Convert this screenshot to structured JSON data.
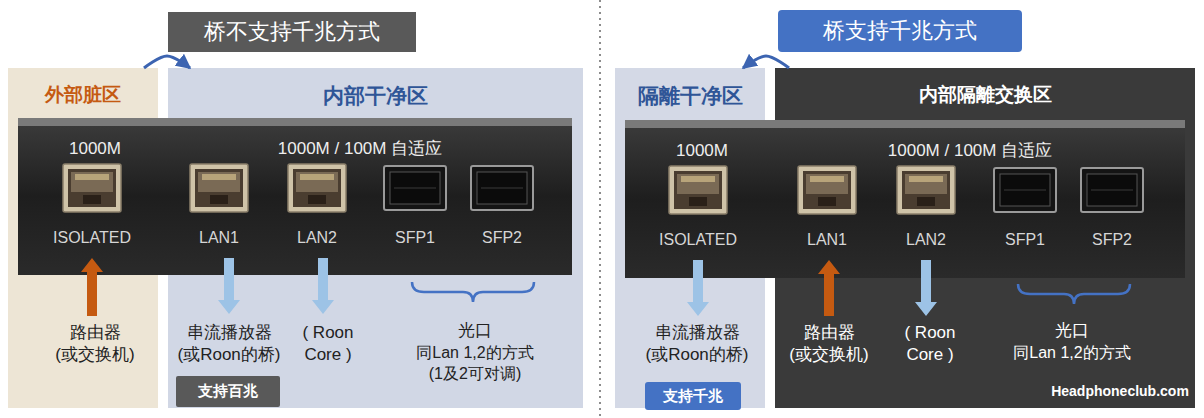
{
  "diagram": {
    "nodes": [
      {
        "text": [
          "桥不支持千兆方式"
        ]
      },
      {
        "text": [
          "外部脏区"
        ]
      },
      {
        "text": [
          "内部干净区"
        ]
      },
      {
        "text": [
          "支持百兆"
        ],
        "in": 2
      },
      {
        "text": [
          "桥支持千兆方式"
        ]
      },
      {
        "text": [
          "隔離干净区"
        ]
      },
      {
        "text": [
          "支持千兆"
        ],
        "in": 5
      },
      {
        "text": [
          "内部隔離交换区"
        ]
      }
    ],
    "edges": [
      {
        "from": 1,
        "to": 2,
        "arrow": "to"
      },
      {
        "from": 7,
        "to": 5,
        "arrow": "to"
      }
    ],
    "labels": [
      "1000M",
      "1000M / 100M 自适应",
      "ISOLATED",
      "LAN1",
      "LAN2",
      "SFP1",
      "SFP2",
      "路由器 (或交换机)",
      "串流播放器 (或Roon的桥)",
      "( Roon Core )",
      "光口",
      "同Lan 1,2的方式 (1及2可对调)",
      "1000M",
      "1000M / 100M 自适应",
      "ISOLATED",
      "LAN1",
      "LAN2",
      "SFP1",
      "SFP2",
      "串流播放器 (或Roon的桥)",
      "路由器 (或交换机)",
      "( Roon Core )",
      "光口",
      "同Lan 1,2的方式",
      "Headphoneclub.com"
    ]
  }
}
